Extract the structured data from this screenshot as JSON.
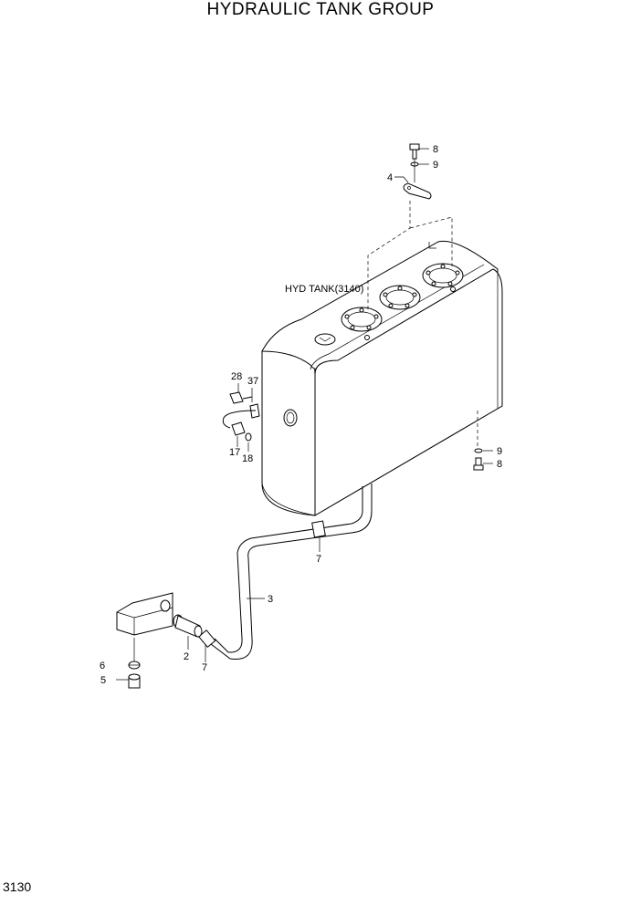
{
  "header": {
    "title": "HYDRAULIC TANK GROUP"
  },
  "footer": {
    "page_number": "3130"
  },
  "tank_label": "HYD TANK(3140)",
  "callouts": {
    "c8_top": "8",
    "c9_top": "9",
    "c4": "4",
    "c28": "28",
    "c37": "37",
    "c17": "17",
    "c18": "18",
    "c9_bot": "9",
    "c8_bot": "8",
    "c7_upper": "7",
    "c3": "3",
    "c6": "6",
    "c5": "5",
    "c2": "2",
    "c7_lower": "7"
  }
}
